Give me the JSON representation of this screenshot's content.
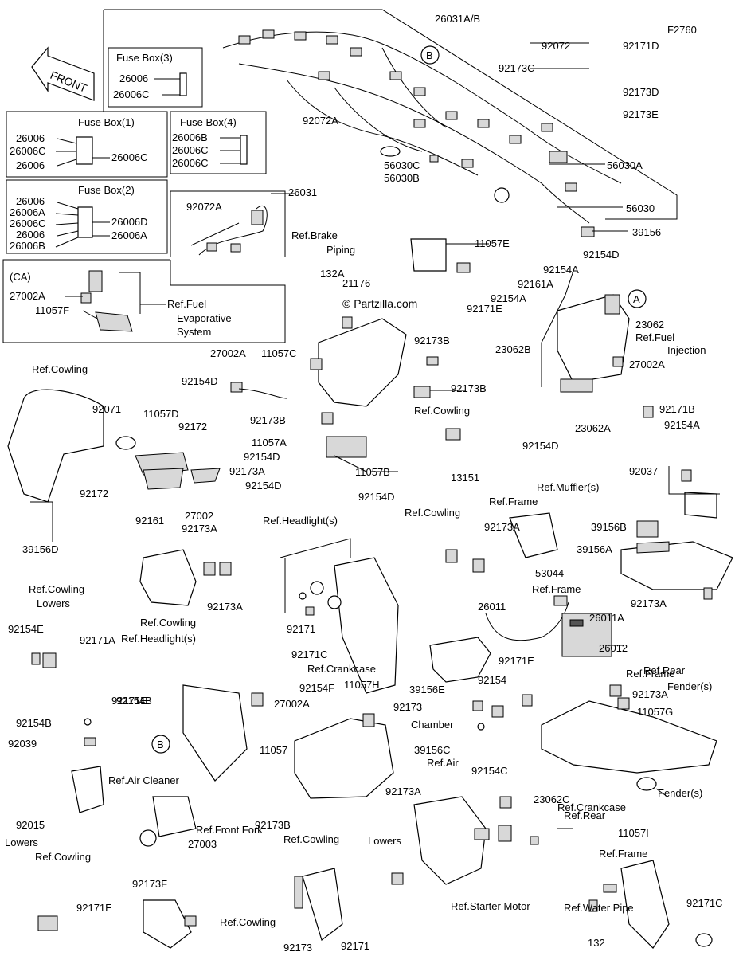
{
  "diagram_code": "F2760",
  "watermark": "© Partzilla.com",
  "front_label": "FRONT",
  "boxes": {
    "fuse_box_3": {
      "title": "Fuse Box(3)",
      "parts": [
        "26006",
        "26006C"
      ]
    },
    "fuse_box_1": {
      "title": "Fuse Box(1)",
      "parts": [
        "26006",
        "26006C",
        "26006",
        "26006C"
      ]
    },
    "fuse_box_4": {
      "title": "Fuse Box(4)",
      "parts": [
        "26006B",
        "26006C",
        "26006C"
      ]
    },
    "fuse_box_2": {
      "title": "Fuse Box(2)",
      "parts": [
        "26006",
        "26006A",
        "26006C",
        "26006",
        "26006B",
        "26006D",
        "26006A"
      ]
    },
    "ca": {
      "title": "(CA)",
      "parts": [
        "27002A",
        "11057F"
      ],
      "ref": "Ref.Fuel\nEvaporative\nSystem"
    }
  },
  "callouts": {
    "A": "A",
    "B": "B"
  },
  "labels": [
    "26031A/B",
    "92072",
    "92173C",
    "92171D",
    "92173D",
    "92173E",
    "56030A",
    "56030",
    "39156",
    "92072A",
    "56030C",
    "56030B",
    "92072A",
    "26031",
    "Ref.Brake",
    "Piping",
    "11057E",
    "92171E",
    "132A",
    "21176",
    "92173B",
    "92154D",
    "92154A",
    "92161A",
    "92154A",
    "23062",
    "Ref.Fuel",
    "Injection",
    "23062B",
    "27002A",
    "27002A",
    "11057C",
    "92154D",
    "92173B",
    "92173B",
    "Ref.Cowling",
    "92171B",
    "92154A",
    "23062A",
    "92154D",
    "11057A",
    "92154D",
    "92173A",
    "11057B",
    "92154D",
    "92154D",
    "13151",
    "Ref.Cowling",
    "92071",
    "11057D",
    "92172",
    "92172",
    "92161",
    "27002",
    "39156D",
    "92037",
    "Ref.Muffler(s)",
    "Ref.Cowling",
    "Ref.Frame",
    "92173A",
    "39156B",
    "39156A",
    "53044",
    "Ref.Frame",
    "92173A",
    "92173A",
    "Ref.Headlight(s)",
    "92171",
    "92173A",
    "Ref.Cowling",
    "Ref.Headlight(s)",
    "Ref.Cowling",
    "Lowers",
    "92154E",
    "92171A",
    "92171C",
    "92154B",
    "26011",
    "26011A",
    "26012",
    "Ref.Crankcase",
    "92171E",
    "Ref.Rear",
    "Fender(s)",
    "Ref.Frame",
    "92154F",
    "27002A",
    "11057H",
    "39156E",
    "92154",
    "92173A",
    "92173",
    "11057G",
    "92171E",
    "92154B",
    "92039",
    "11057",
    "39156C",
    "Ref.Air",
    "Chamber",
    "92015",
    "Ref.Air Cleaner",
    "Ref.Front Fork",
    "27003",
    "92154C",
    "92173A",
    "Ref.Crankcase",
    "23062C",
    "Ref.Rear",
    "Fender(s)",
    "92173B",
    "Ref.Cowling",
    "Lowers",
    "Ref.Cowling",
    "Lowers",
    "11057I",
    "Ref.Frame",
    "92171C",
    "92171E",
    "92173F",
    "Ref.Cowling",
    "92173",
    "92171",
    "Ref.Starter Motor",
    "Ref.Water Pipe",
    "132",
    "92171C"
  ]
}
